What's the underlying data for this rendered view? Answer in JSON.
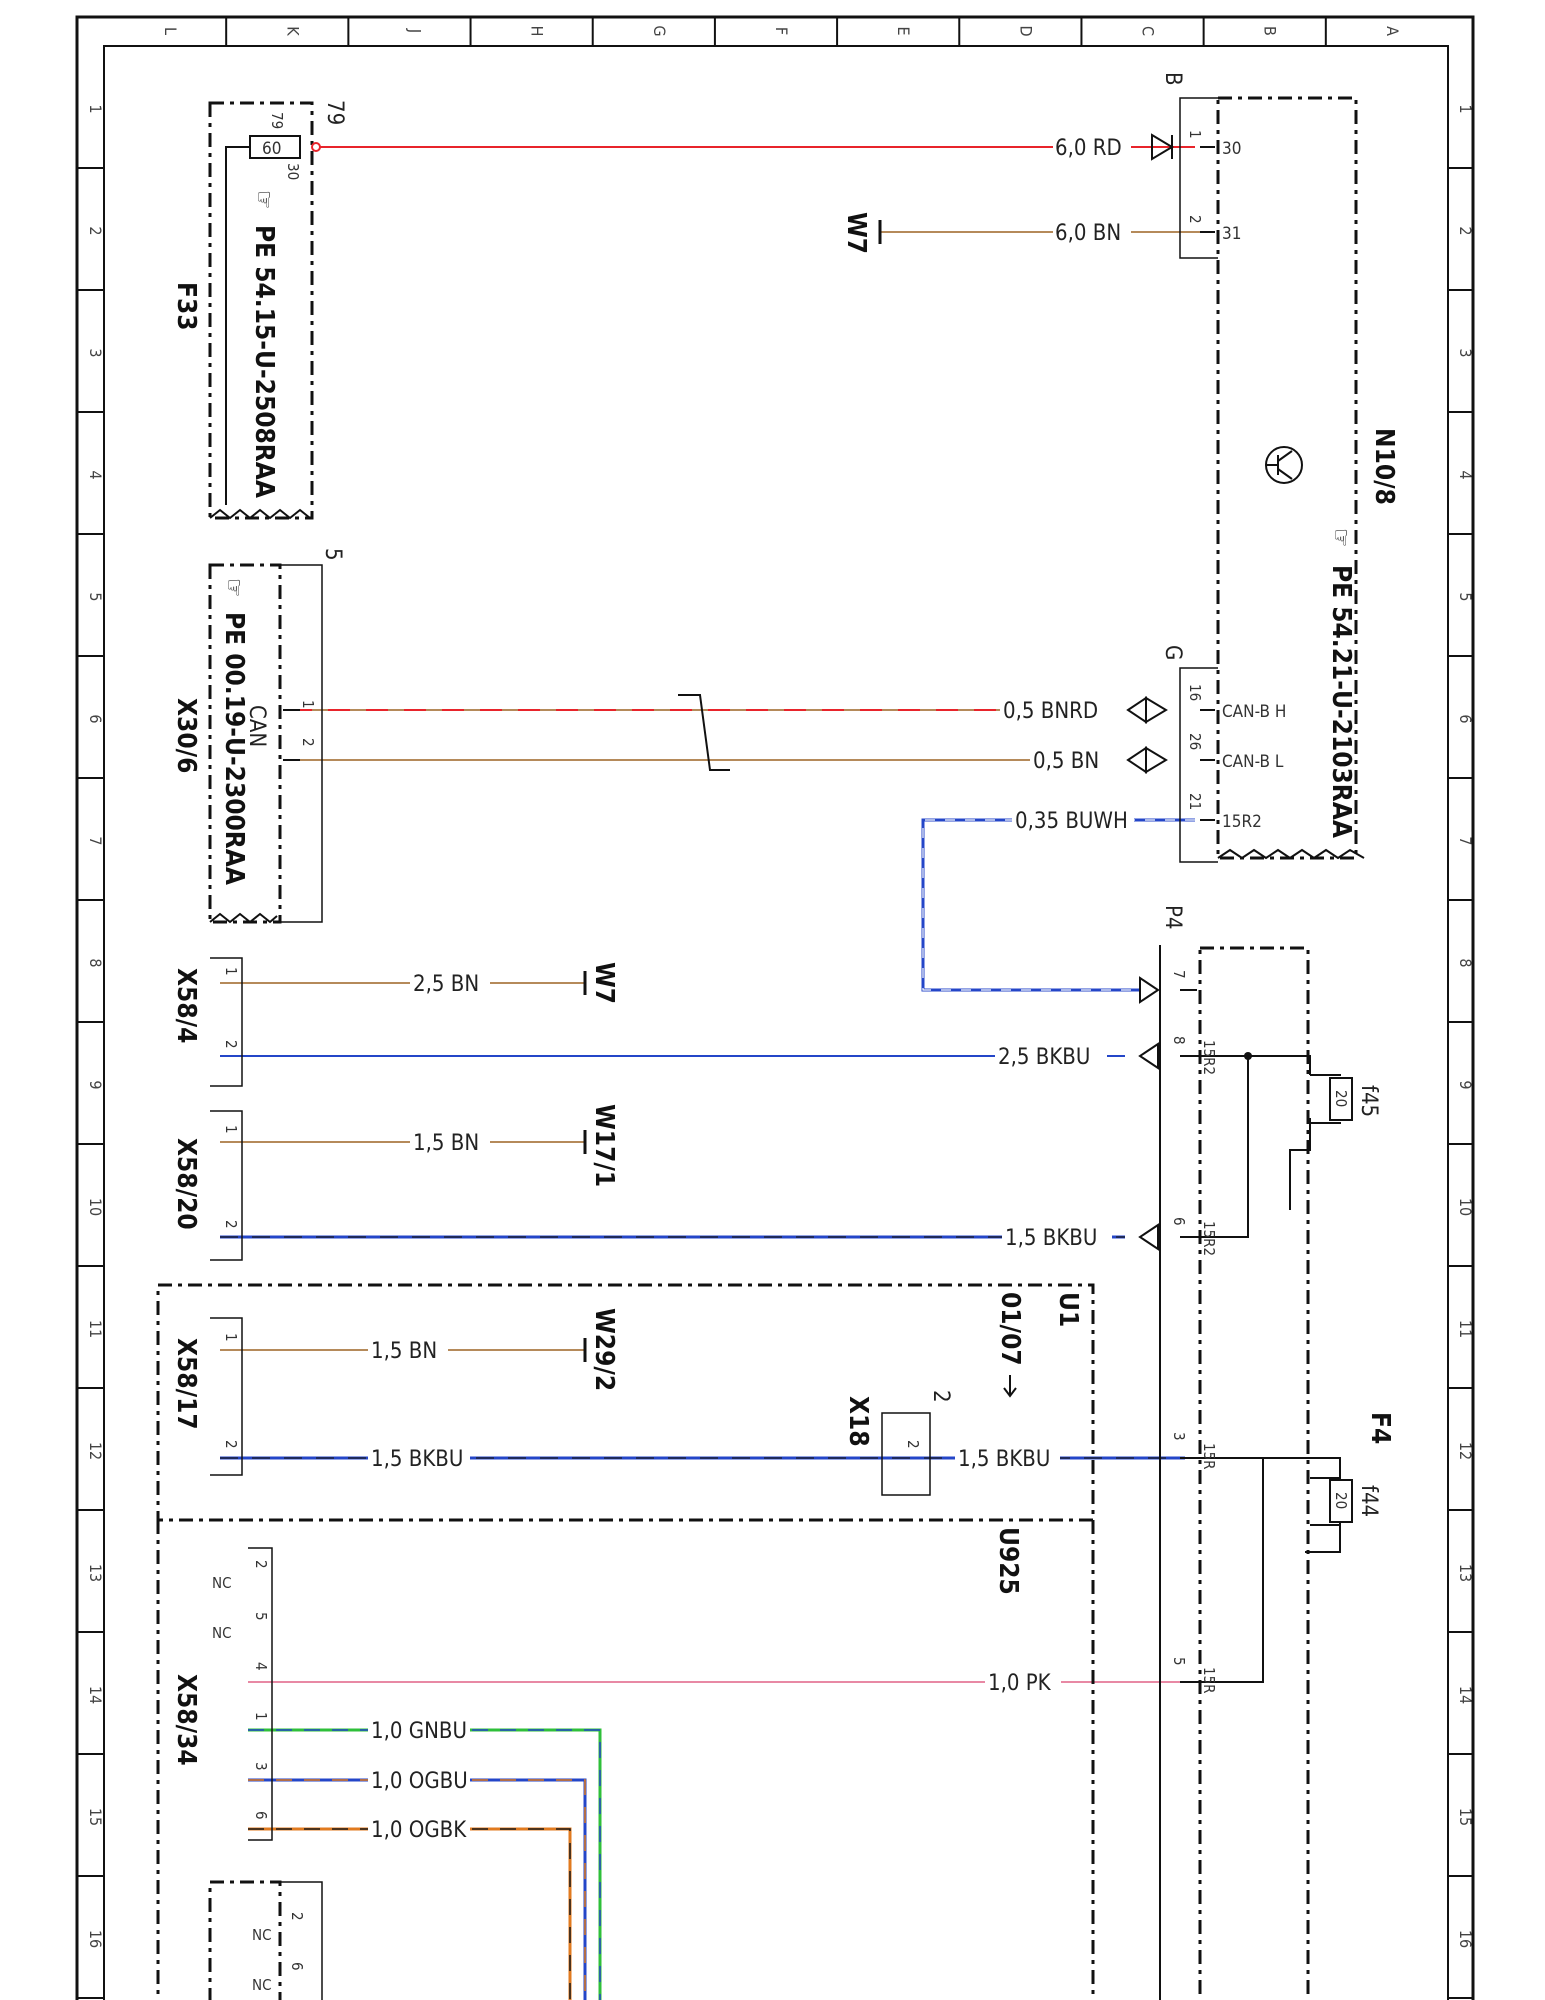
{
  "grid": {
    "columns": [
      "L",
      "K",
      "J",
      "H",
      "G",
      "F",
      "E",
      "D",
      "C",
      "B",
      "A"
    ],
    "rows": [
      "1",
      "2",
      "3",
      "4",
      "5",
      "6",
      "7",
      "8",
      "9",
      "10",
      "11",
      "12",
      "13",
      "14",
      "15",
      "16"
    ]
  },
  "components": {
    "f33": {
      "name": "F33",
      "ref": "PE 54.15-U-2508RAA",
      "bank": "79",
      "pin_top": "79",
      "pin_bottom": "30",
      "fuse": "60"
    },
    "x30_6": {
      "name": "X30/6",
      "ref": "PE 00.19-U-2300RAA",
      "sub": "CAN",
      "bank": "5",
      "pin1": "1",
      "pin2": "2"
    },
    "n10_8": {
      "name": "N10/8",
      "ref": "PE 54.21-U-2103RAA",
      "conn_b": "B",
      "conn_g": "G",
      "pins": [
        {
          "num": "1",
          "label": "30"
        },
        {
          "num": "2",
          "label": "31"
        },
        {
          "num": "16",
          "label": "CAN-B H"
        },
        {
          "num": "26",
          "label": "CAN-B L"
        },
        {
          "num": "21",
          "label": "15R2"
        }
      ]
    },
    "f4": {
      "name": "F4",
      "conn": "P4",
      "fuse_a": "f45",
      "fuse_a_val": "20",
      "fuse_b": "f44",
      "fuse_b_val": "20",
      "pins": [
        {
          "num": "7",
          "label": ""
        },
        {
          "num": "8",
          "label": "15R2"
        },
        {
          "num": "6",
          "label": "15R2"
        },
        {
          "num": "3",
          "label": "15R"
        },
        {
          "num": "5",
          "label": "15R"
        }
      ]
    },
    "x58_4": {
      "name": "X58/4",
      "pin1": "1",
      "pin2": "2"
    },
    "x58_20": {
      "name": "X58/20",
      "pin1": "1",
      "pin2": "2"
    },
    "x58_17": {
      "name": "X58/17",
      "pin1": "1",
      "pin2": "2"
    },
    "x58_34": {
      "name": "X58/34",
      "pins": [
        "2",
        "5",
        "4",
        "1",
        "3",
        "6"
      ],
      "nc": "NC"
    },
    "x18": {
      "name": "X18",
      "pin": "2",
      "bank": "2"
    },
    "u1": {
      "name": "U1",
      "note": "01/07"
    },
    "u925": {
      "name": "U925"
    },
    "bottom": {
      "pins": [
        "2",
        "6"
      ],
      "nc": "NC"
    }
  },
  "grounds": {
    "w7_top": "W7",
    "w7_mid": "W7",
    "w17_1": "W17/1",
    "w29_2": "W29/2"
  },
  "wires": {
    "w_rd": "6,0 RD",
    "w_bn60": "6,0 BN",
    "w_bnrd": "0,5 BNRD",
    "w_bn05": "0,5 BN",
    "w_buwh": "0,35 BUWH",
    "w_bn25": "2,5 BN",
    "w_bkbu25": "2,5 BKBU",
    "w_bn15a": "1,5 BN",
    "w_bkbu15a": "1,5 BKBU",
    "w_bn15b": "1,5 BN",
    "w_bkbu15b_left": "1,5 BKBU",
    "w_bkbu15b_right": "1,5 BKBU",
    "w_pk": "1,0 PK",
    "w_gnbu": "1,0 GNBU",
    "w_ogbu": "1,0 OGBU",
    "w_ogbk": "1,0 OGBK"
  },
  "colors": {
    "RD": "#e8242b",
    "BN": "#b58a5a",
    "BU": "#2446c8",
    "BK": "#1a1a1a",
    "WH": "#ffffff",
    "PK": "#e889a4",
    "GN": "#2fbf3a",
    "OG": "#e07a1f",
    "frame": "#111111"
  }
}
